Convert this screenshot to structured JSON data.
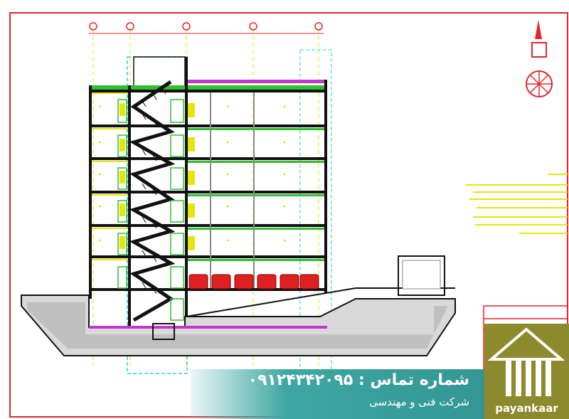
{
  "banner": {
    "phone_text": "شماره تماس : ۰۹۱۲۴۳۴۲۰۹۵",
    "company_text": "شرکت فنی و مهندسی"
  },
  "logo": {
    "brand": "payankaar"
  },
  "colors": {
    "frame_red": "#e3262b",
    "slab_green": "#2fbf2f",
    "grid_cyan": "#22d3d3",
    "beam_yellow": "#e6e60a",
    "stair_black": "#111111",
    "room_purple": "#c03ac9",
    "car_red": "#e02020",
    "ground_gray": "#888888",
    "banner_teal": "#2e8f8c",
    "logo_olive": "#8c8a2c"
  },
  "drawing": {
    "floors_count": 6,
    "parking_cars": 6,
    "grid_axes": 5
  }
}
